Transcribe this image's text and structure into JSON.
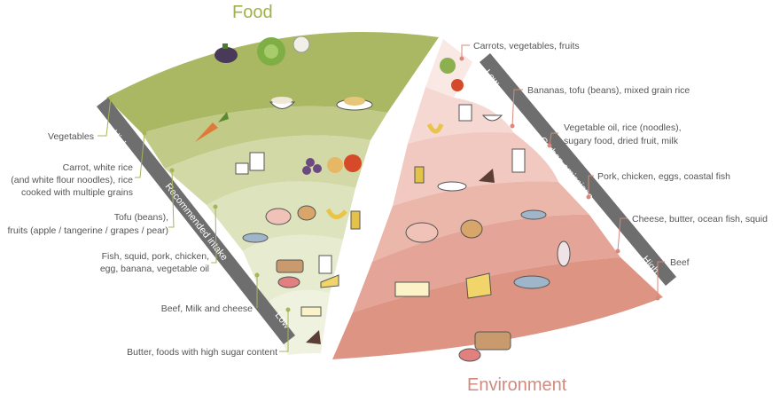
{
  "titles": {
    "food": "Food",
    "environment": "Environment"
  },
  "bars": {
    "left": {
      "high": "High",
      "label": "Recommended intake",
      "low": "Low"
    },
    "right": {
      "low": "Low",
      "label": "Carbon emissions",
      "high": "High"
    }
  },
  "left_labels": [
    "Vegetables",
    "Carrot, white rice",
    "(and white flour noodles), rice",
    "cooked with multiple grains",
    "Tofu (beans),",
    "fruits (apple / tangerine / grapes / pear)",
    "Fish, squid, pork, chicken,",
    "egg, banana, vegetable oil",
    "Beef, Milk and cheese",
    "Butter, foods with high sugar content"
  ],
  "right_labels": [
    "Carrots, vegetables, fruits",
    "Bananas, tofu (beans), mixed grain rice",
    "Vegetable oil, rice (noodles),",
    "sugary food, dried fruit, milk",
    "Pork, chicken, eggs, coastal fish",
    "Cheese, butter, ocean fish, squid",
    "Beef"
  ],
  "icons": {
    "left": [
      "eggplant-icon",
      "cabbage-icon",
      "garlic-icon",
      "carrot-icon",
      "rice-bowl-icon",
      "noodle-plate-icon",
      "milk-carton-icon",
      "grapes-icon",
      "apple-icon",
      "pig-icon",
      "chicken-icon",
      "banana-icon",
      "oil-bottle-icon",
      "fish-icon",
      "cow-icon",
      "steak-icon",
      "cheese-icon",
      "butter-icon",
      "cake-icon"
    ],
    "right": [
      "vegetables-icon",
      "carrot-icon",
      "banana-icon",
      "milk-carton-icon",
      "rice-bowl-icon",
      "oil-bottle-icon",
      "noodle-plate-icon",
      "cake-icon",
      "pig-icon",
      "chicken-icon",
      "fish-icon",
      "butter-icon",
      "cheese-icon",
      "squid-icon",
      "cow-icon",
      "steak-icon"
    ]
  },
  "colors": {
    "food_bands": [
      "#aab863",
      "#bfca82",
      "#d1d9a3",
      "#dde3bb",
      "#e7ebcf",
      "#f0f2e0"
    ],
    "env_bands": [
      "#f7e1dc",
      "#f3d0c8",
      "#eebfb5",
      "#e8ac9f",
      "#df9889"
    ],
    "bar": "#6b6b6b",
    "leader_left": "#a7b45a",
    "leader_right": "#d9897b"
  }
}
